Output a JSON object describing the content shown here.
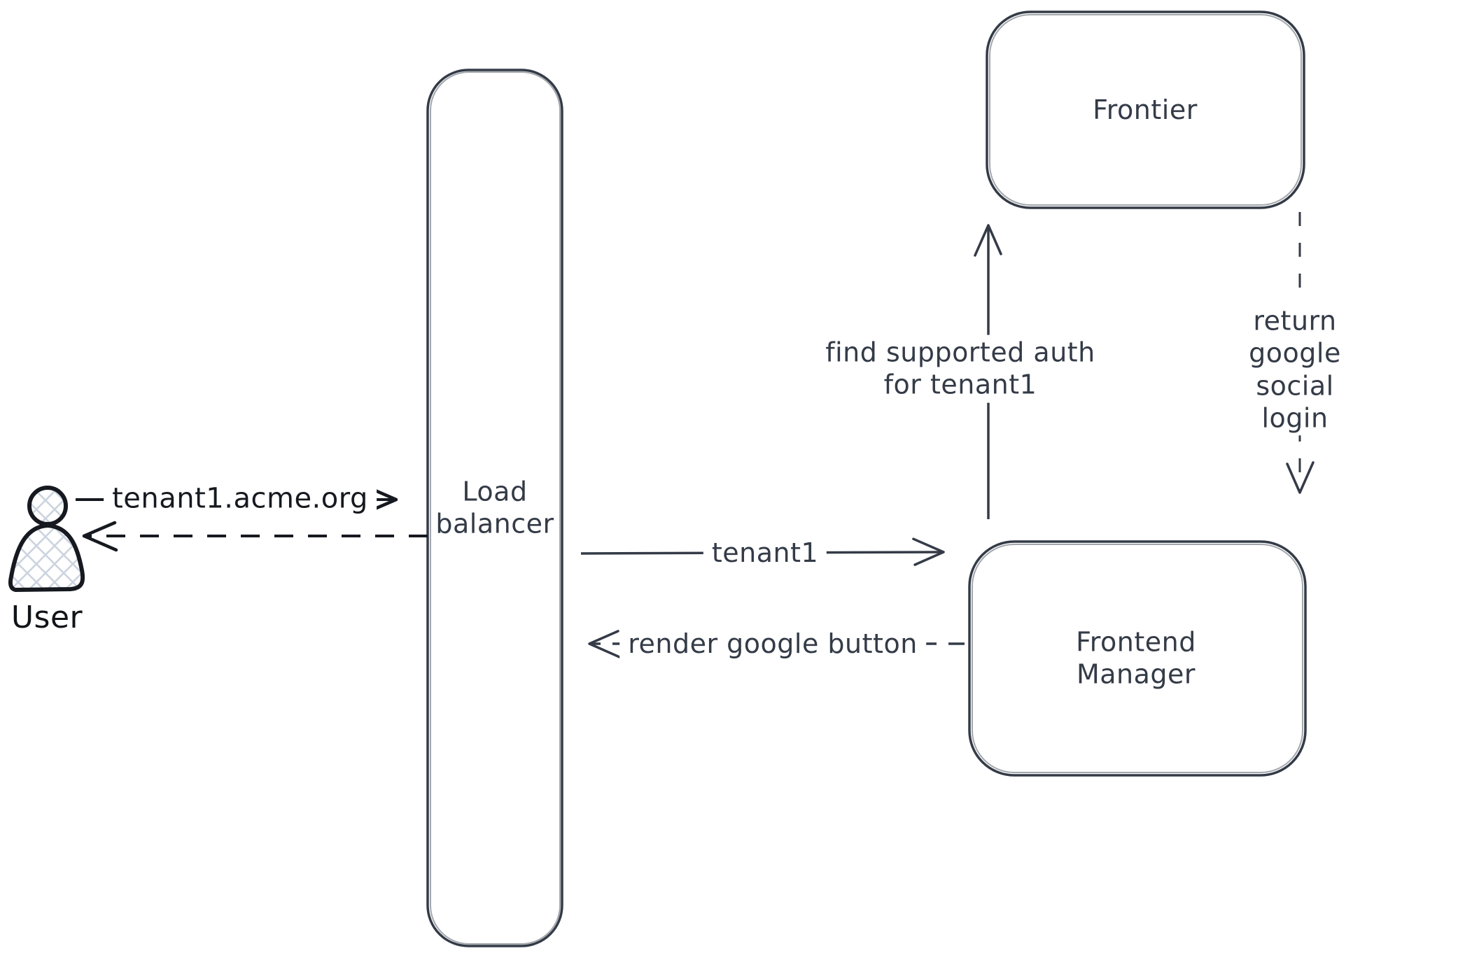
{
  "nodes": {
    "user": {
      "label": "User"
    },
    "load_balancer": {
      "label": "Load\nbalancer"
    },
    "frontier": {
      "label": "Frontier"
    },
    "frontend_manager": {
      "label": "Frontend\nManager"
    }
  },
  "edges": {
    "user_to_load_balancer": {
      "label": "tenant1.acme.org",
      "style": "solid"
    },
    "load_balancer_to_user": {
      "label": "",
      "style": "dashed"
    },
    "load_balancer_to_frontend_manager": {
      "label": "tenant1",
      "style": "solid"
    },
    "frontend_manager_to_load_balancer": {
      "label": "render google button",
      "style": "dashed"
    },
    "frontend_manager_to_frontier": {
      "label": "find supported auth\nfor tenant1",
      "style": "solid"
    },
    "frontier_to_frontend_manager": {
      "label": "return google social\nlogin",
      "style": "dashed"
    }
  },
  "colors": {
    "ink_dark": "#16191f",
    "ink_slate": "#343b47",
    "hatch_fill": "#ccd4e0",
    "canvas": "#ffffff"
  }
}
